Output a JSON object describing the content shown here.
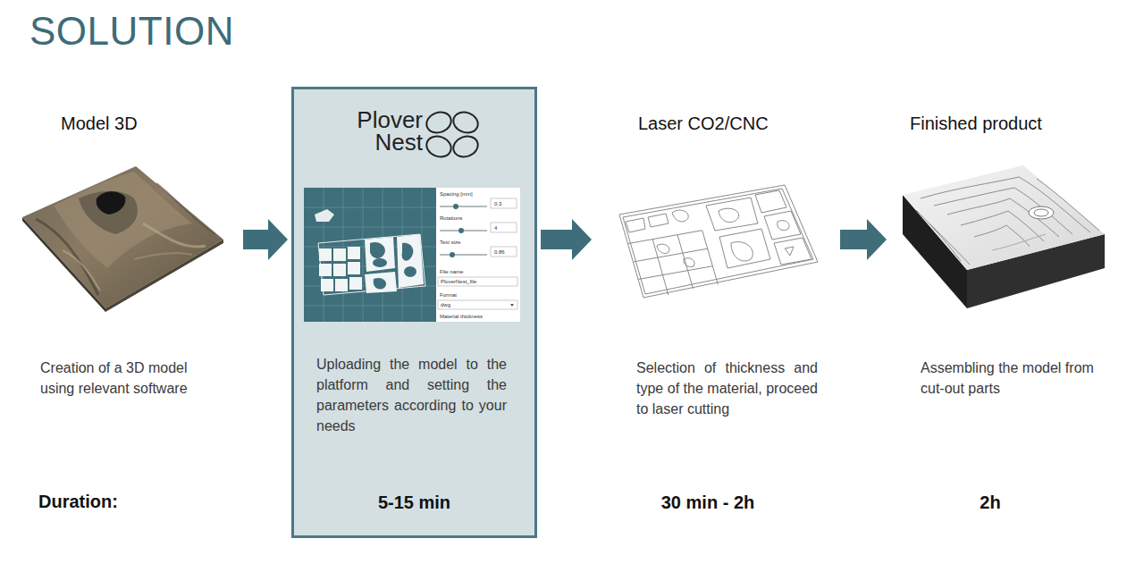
{
  "diagram": {
    "title": "SOLUTION",
    "nodes": [
      {
        "text": [
          "Model 3D",
          "Creation of a 3D model using relevant software"
        ]
      },
      {
        "text": [
          "Plover Nest",
          "Uploading the model to the platform and setting the parameters according to your needs",
          "5-15 min"
        ]
      },
      {
        "text": [
          "Laser CO2/CNC",
          "Selection of thickness and type of the material, proceed to laser cutting",
          "30 min - 2h"
        ]
      },
      {
        "text": [
          "Finished product",
          "Assembling the model from cut-out parts",
          "2h"
        ]
      }
    ],
    "edges": [
      {
        "from": 0,
        "to": 1,
        "arrow": "to"
      },
      {
        "from": 1,
        "to": 2,
        "arrow": "to"
      },
      {
        "from": 2,
        "to": 3,
        "arrow": "to"
      }
    ],
    "labels": [
      "Spacing [mm]",
      "0.3",
      "Rotations",
      "4",
      "Text size",
      "0.86",
      "File name",
      "PloverNest_file",
      "Format",
      "dwg",
      "Material thickness",
      "Duration:"
    ]
  }
}
